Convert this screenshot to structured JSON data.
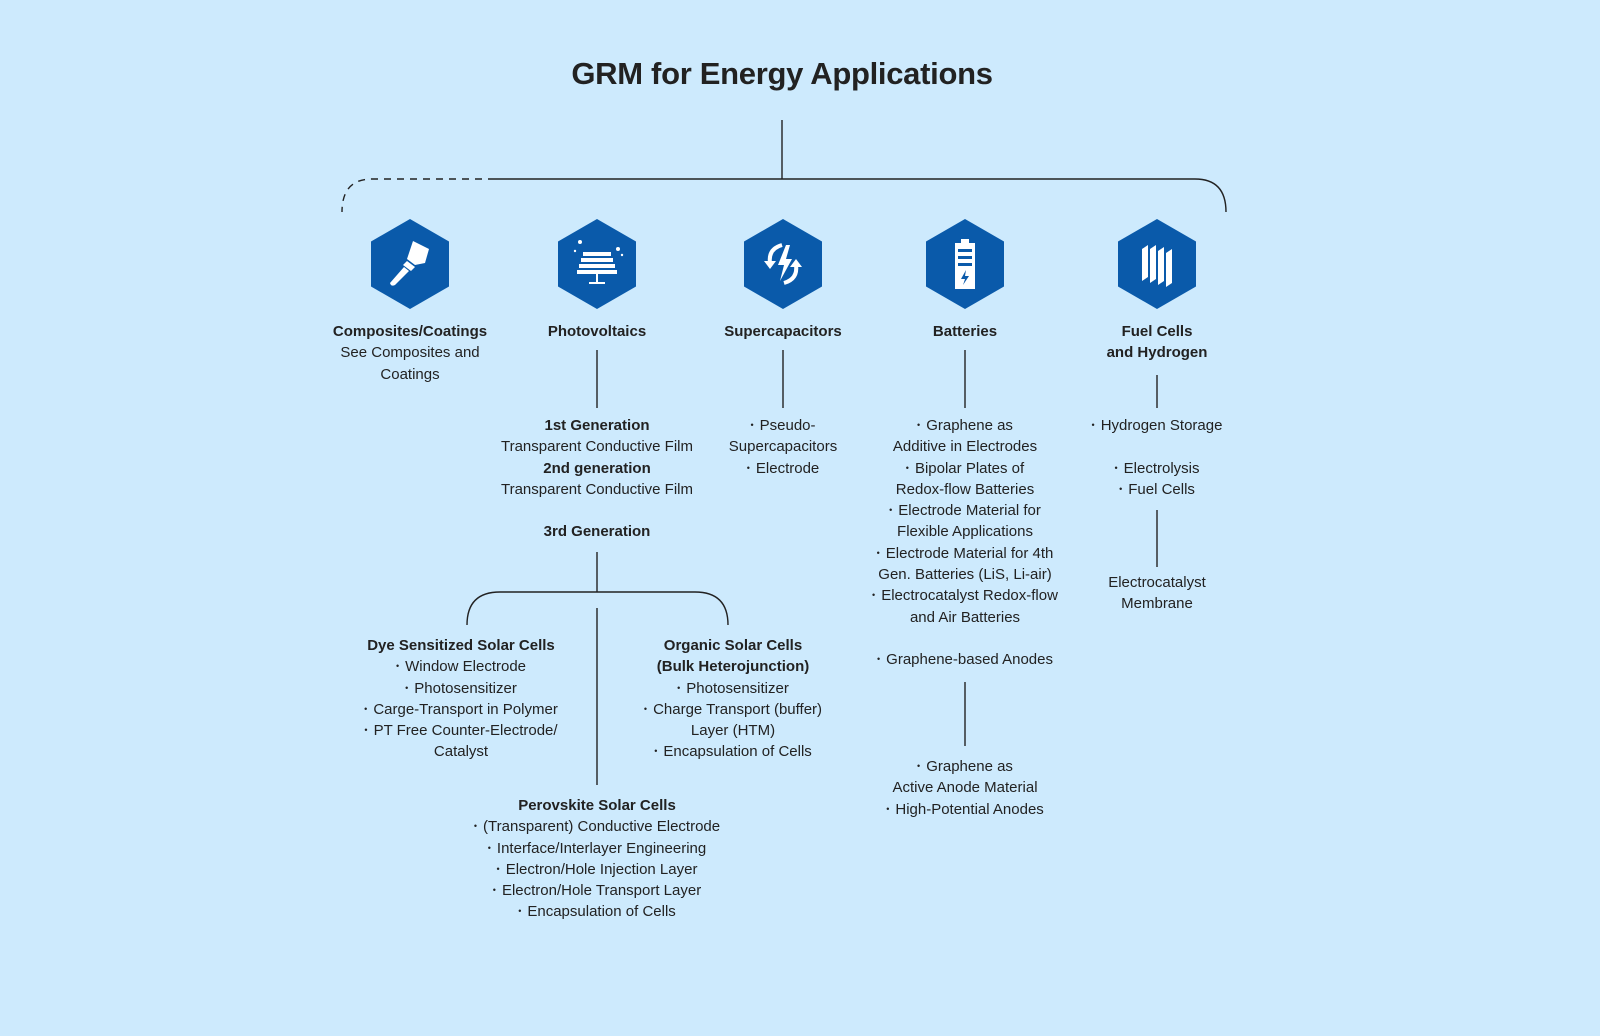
{
  "title": "GRM for Energy Applications",
  "colors": {
    "background": "#cdeafd",
    "hexagon": "#0a5aaa",
    "text": "#222222",
    "lines": "#222222"
  },
  "categories": [
    {
      "id": "composites",
      "icon": "paintbrush-icon",
      "lines": [
        {
          "t": "Composites/Coatings",
          "b": true
        },
        {
          "t": "See Composites and"
        },
        {
          "t": "Coatings"
        }
      ]
    },
    {
      "id": "photovoltaics",
      "icon": "solar-panel-icon",
      "lines": [
        {
          "t": "Photovoltaics",
          "b": true
        }
      ]
    },
    {
      "id": "supercapacitors",
      "icon": "charge-cycle-icon",
      "lines": [
        {
          "t": "Supercapacitors",
          "b": true
        }
      ]
    },
    {
      "id": "batteries",
      "icon": "battery-icon",
      "lines": [
        {
          "t": "Batteries",
          "b": true
        }
      ]
    },
    {
      "id": "fuel-cells",
      "icon": "fuel-cell-plates-icon",
      "lines": [
        {
          "t": "Fuel Cells",
          "b": true
        },
        {
          "t": "and Hydrogen",
          "b": true
        }
      ]
    }
  ],
  "blocks": {
    "pv_generations": {
      "lines": [
        {
          "t": "1st Generation",
          "b": true
        },
        {
          "t": "Transparent Conductive Film"
        },
        {
          "t": "2nd generation",
          "b": true
        },
        {
          "t": "Transparent Conductive Film"
        },
        {
          "t": ""
        },
        {
          "t": "3rd Generation",
          "b": true
        }
      ]
    },
    "dye_sensitized": {
      "lines": [
        {
          "t": "Dye Sensitized Solar Cells",
          "b": true
        },
        {
          "t": "Window Electrode",
          "bullet": true
        },
        {
          "t": "Photosensitizer",
          "bullet": true
        },
        {
          "t": "Carge-Transport in Polymer",
          "bullet": true
        },
        {
          "t": "PT Free Counter-Electrode/",
          "bullet": true
        },
        {
          "t": "Catalyst"
        }
      ]
    },
    "organic": {
      "lines": [
        {
          "t": "Organic Solar Cells",
          "b": true
        },
        {
          "t": "(Bulk Heterojunction)",
          "b": true
        },
        {
          "t": "Photosensitizer",
          "bullet": true
        },
        {
          "t": "Charge Transport (buffer)",
          "bullet": true
        },
        {
          "t": "Layer (HTM)"
        },
        {
          "t": "Encapsulation of Cells",
          "bullet": true
        }
      ]
    },
    "perovskite": {
      "lines": [
        {
          "t": "Perovskite Solar Cells",
          "b": true
        },
        {
          "t": "(Transparent) Conductive Electrode",
          "bullet": true
        },
        {
          "t": "Interface/Interlayer Engineering",
          "bullet": true
        },
        {
          "t": "Electron/Hole Injection Layer",
          "bullet": true
        },
        {
          "t": "Electron/Hole Transport Layer",
          "bullet": true
        },
        {
          "t": "Encapsulation of Cells",
          "bullet": true
        }
      ]
    },
    "supercapacitors": {
      "lines": [
        {
          "t": "Pseudo-",
          "bullet": true
        },
        {
          "t": "Supercapacitors"
        },
        {
          "t": "Electrode",
          "bullet": true
        }
      ]
    },
    "batteries_main": {
      "lines": [
        {
          "t": "Graphene as",
          "bullet": true
        },
        {
          "t": "Additive in Electrodes"
        },
        {
          "t": "Bipolar Plates of",
          "bullet": true
        },
        {
          "t": "Redox-flow Batteries"
        },
        {
          "t": "Electrode Material for",
          "bullet": true
        },
        {
          "t": "Flexible Applications"
        },
        {
          "t": "Electrode Material for 4th",
          "bullet": true
        },
        {
          "t": "Gen. Batteries (LiS, Li-air)"
        },
        {
          "t": "Electrocatalyst Redox-flow",
          "bullet": true
        },
        {
          "t": "and Air Batteries"
        },
        {
          "t": ""
        },
        {
          "t": "Graphene-based Anodes",
          "bullet": true
        }
      ]
    },
    "batteries_anodes": {
      "lines": [
        {
          "t": "Graphene as",
          "bullet": true
        },
        {
          "t": "Active Anode Material"
        },
        {
          "t": "High-Potential Anodes",
          "bullet": true
        }
      ]
    },
    "fuel_cells": {
      "lines": [
        {
          "t": "Hydrogen Storage",
          "bullet": true
        },
        {
          "t": ""
        },
        {
          "t": "Electrolysis",
          "bullet": true
        },
        {
          "t": "Fuel Cells",
          "bullet": true
        }
      ]
    },
    "fuel_membrane": {
      "lines": [
        {
          "t": "Electrocatalyst"
        },
        {
          "t": "Membrane"
        }
      ]
    }
  }
}
